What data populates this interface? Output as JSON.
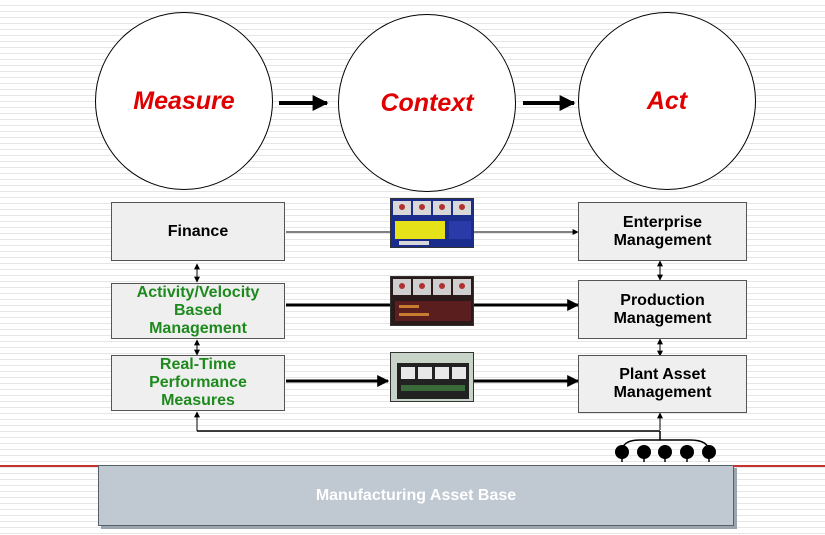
{
  "stages": [
    {
      "label": "Measure"
    },
    {
      "label": "Context"
    },
    {
      "label": "Act"
    }
  ],
  "left_boxes": [
    {
      "lines": [
        "Finance"
      ],
      "color": "#000000"
    },
    {
      "lines": [
        "Activity/Velocity",
        "Based",
        "Management"
      ],
      "color": "#1e8a1e"
    },
    {
      "lines": [
        "Real-Time",
        "Performance",
        "Measures"
      ],
      "color": "#1e8a1e"
    }
  ],
  "right_boxes": [
    {
      "lines": [
        "Enterprise",
        "Management"
      ]
    },
    {
      "lines": [
        "Production",
        "Management"
      ]
    },
    {
      "lines": [
        "Plant Asset",
        "Management"
      ]
    }
  ],
  "base": {
    "label": "Manufacturing Asset Base"
  },
  "colors": {
    "stage_text": "#e00000",
    "green_text": "#1e8a1e",
    "rule": "#c8322d",
    "base_fill": "#c0c8d2"
  }
}
